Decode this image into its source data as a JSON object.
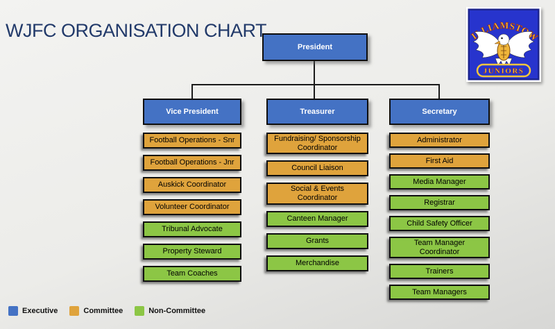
{
  "title": "WJFC ORGANISATION CHART",
  "logo": {
    "club_name": "WILLIAMSTOWN",
    "badge_text": "JUNIORS"
  },
  "colors": {
    "executive": "#4472C4",
    "committee": "#DFA33C",
    "non-committee": "#8CC645"
  },
  "org": {
    "root": {
      "label": "President",
      "type": "executive"
    },
    "branches": [
      {
        "head": {
          "label": "Vice President",
          "type": "executive"
        },
        "children": [
          {
            "label": "Football Operations - Snr",
            "type": "committee"
          },
          {
            "label": "Football Operations - Jnr",
            "type": "committee"
          },
          {
            "label": "Auskick Coordinator",
            "type": "committee"
          },
          {
            "label": "Volunteer Coordinator",
            "type": "committee"
          },
          {
            "label": "Tribunal Advocate",
            "type": "non-committee"
          },
          {
            "label": "Property Steward",
            "type": "non-committee"
          },
          {
            "label": "Team Coaches",
            "type": "non-committee"
          }
        ]
      },
      {
        "head": {
          "label": "Treasurer",
          "type": "executive"
        },
        "children": [
          {
            "label": "Fundraising/ Sponsorship Coordinator",
            "type": "committee"
          },
          {
            "label": "Council Liaison",
            "type": "committee"
          },
          {
            "label": "Social & Events Coordinator",
            "type": "committee"
          },
          {
            "label": "Canteen Manager",
            "type": "non-committee"
          },
          {
            "label": "Grants",
            "type": "non-committee"
          },
          {
            "label": "Merchandise",
            "type": "non-committee"
          }
        ]
      },
      {
        "head": {
          "label": "Secretary",
          "type": "executive"
        },
        "children": [
          {
            "label": "Administrator",
            "type": "committee"
          },
          {
            "label": "First Aid",
            "type": "committee"
          },
          {
            "label": "Media Manager",
            "type": "non-committee"
          },
          {
            "label": "Registrar",
            "type": "non-committee"
          },
          {
            "label": "Child Safety Officer",
            "type": "non-committee"
          },
          {
            "label": "Team Manager Coordinator",
            "type": "non-committee"
          },
          {
            "label": "Trainers",
            "type": "non-committee"
          },
          {
            "label": "Team Managers",
            "type": "non-committee"
          }
        ]
      }
    ]
  },
  "legend": [
    {
      "label": "Executive",
      "type": "executive"
    },
    {
      "label": "Committee",
      "type": "committee"
    },
    {
      "label": "Non-Committee",
      "type": "non-committee"
    }
  ]
}
